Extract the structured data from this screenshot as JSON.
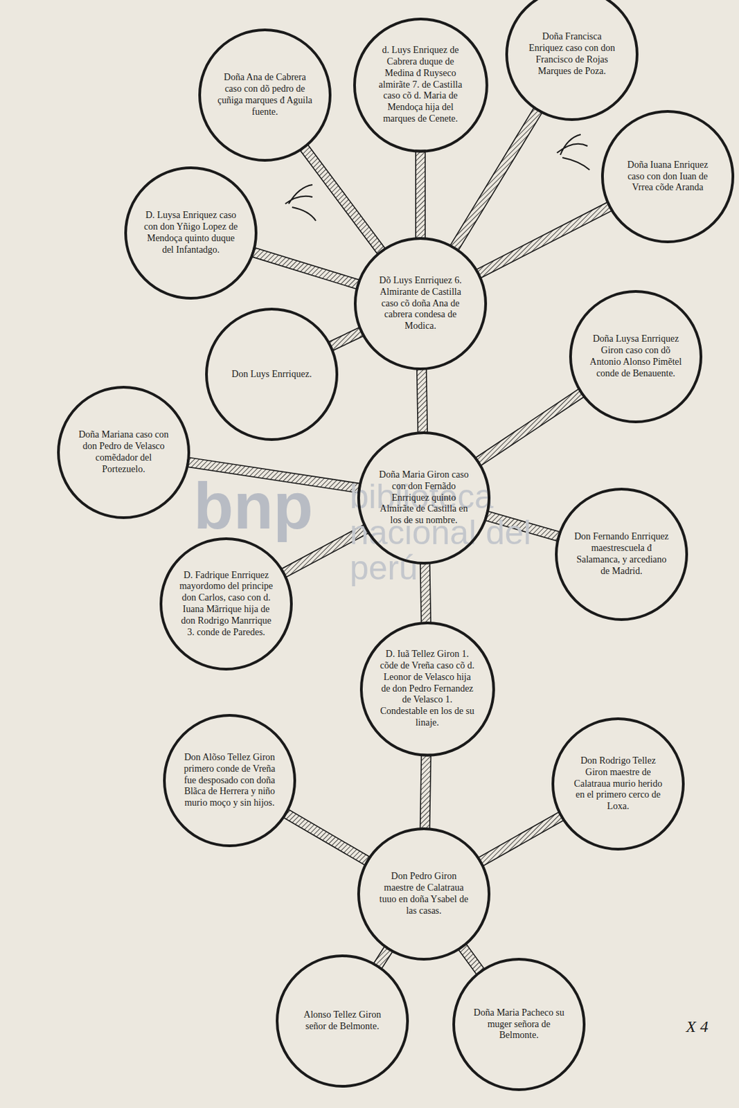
{
  "diagram": {
    "nodes": [
      {
        "text": [
          "Doña Ana de Cabrera caso con dõ pedro de çuñiga marques đ Aguila fuente."
        ]
      },
      {
        "text": [
          "d. Luys Enriquez de Cabrera duque de Medina đ Ruyseco almirãte 7. de Castilla caso cõ d. Maria de Mendoça hija del marques de Cenete."
        ]
      },
      {
        "text": [
          "Doña Francisca Enriquez caso con don Francisco de Rojas Marques de Poza."
        ]
      },
      {
        "text": [
          "Doña Iuana Enriquez caso con don Iuan de Vrrea cõde Aranda"
        ]
      },
      {
        "text": [
          "D. Luysa Enriquez caso con don Yñigo Lopez de Mendoça quinto duque del Infantadgo."
        ]
      },
      {
        "text": [
          "Dõ Luys Enrriquez 6. Almirante de Castilla caso cõ doña Ana de cabrera condesa de Modica."
        ]
      },
      {
        "text": [
          "Doña Luysa Enrriquez Giron caso con dõ Antonio Alonso Pimẽtel conde de Benauente."
        ]
      },
      {
        "text": [
          "Don Luys Enrriquez."
        ]
      },
      {
        "text": [
          "Doña Mariana caso con don Pedro de Velasco comẽdador del Portezuelo."
        ]
      },
      {
        "text": [
          "Doña Maria Giron caso con don Fernãdo Enrriquez quinto Almirãte de Castilla en los de su nombre."
        ]
      },
      {
        "text": [
          "Don Fernando Enrriquez maestrescuela đ Salamanca, y arcediano de Madrid."
        ]
      },
      {
        "text": [
          "D. Fadrique Enrriquez mayordomo del principe don Carlos, caso con d. Iuana Mãrrique hija de don Rodrigo Manrrique 3. conde de Paredes."
        ]
      },
      {
        "text": [
          "D. Iuã Tellez Giron 1. cõde de Vreña caso cõ d. Leonor de Velasco hija de don Pedro Fernandez de Velasco 1. Condestable en los de su linaje."
        ]
      },
      {
        "text": [
          "Don Alõso Tellez Giron primero conde de Vreña fue desposado con doña Blãca de Herrera y niño murio moço y sin hijos."
        ]
      },
      {
        "text": [
          "Don Rodrigo Tellez Giron maestre de Calatraua murio herido en el primero cerco de Loxa."
        ]
      },
      {
        "text": [
          "Don Pedro Giron maestre de Calatraua tuuo en doña Ysabel de las casas."
        ]
      },
      {
        "text": [
          "Alonso Tellez Giron señor de Belmonte."
        ]
      },
      {
        "text": [
          "Doña Maria Pacheco su muger señora de Belmonte."
        ]
      }
    ],
    "edges": [
      {
        "from": 16,
        "to": 15,
        "arrow": "none"
      },
      {
        "from": 17,
        "to": 15,
        "arrow": "none"
      },
      {
        "from": 15,
        "to": 13,
        "arrow": "none"
      },
      {
        "from": 15,
        "to": 14,
        "arrow": "none"
      },
      {
        "from": 15,
        "to": 12,
        "arrow": "none"
      },
      {
        "from": 12,
        "to": 9,
        "arrow": "none"
      },
      {
        "from": 9,
        "to": 11,
        "arrow": "none"
      },
      {
        "from": 9,
        "to": 8,
        "arrow": "none"
      },
      {
        "from": 9,
        "to": 10,
        "arrow": "none"
      },
      {
        "from": 9,
        "to": 6,
        "arrow": "none"
      },
      {
        "from": 9,
        "to": 5,
        "arrow": "none"
      },
      {
        "from": 5,
        "to": 7,
        "arrow": "none"
      },
      {
        "from": 5,
        "to": 4,
        "arrow": "none"
      },
      {
        "from": 5,
        "to": 0,
        "arrow": "none"
      },
      {
        "from": 5,
        "to": 1,
        "arrow": "none"
      },
      {
        "from": 5,
        "to": 2,
        "arrow": "none"
      },
      {
        "from": 5,
        "to": 3,
        "arrow": "none"
      }
    ],
    "labels": [
      "X 4",
      "bnp",
      "biblioteca nacional del perú"
    ]
  }
}
